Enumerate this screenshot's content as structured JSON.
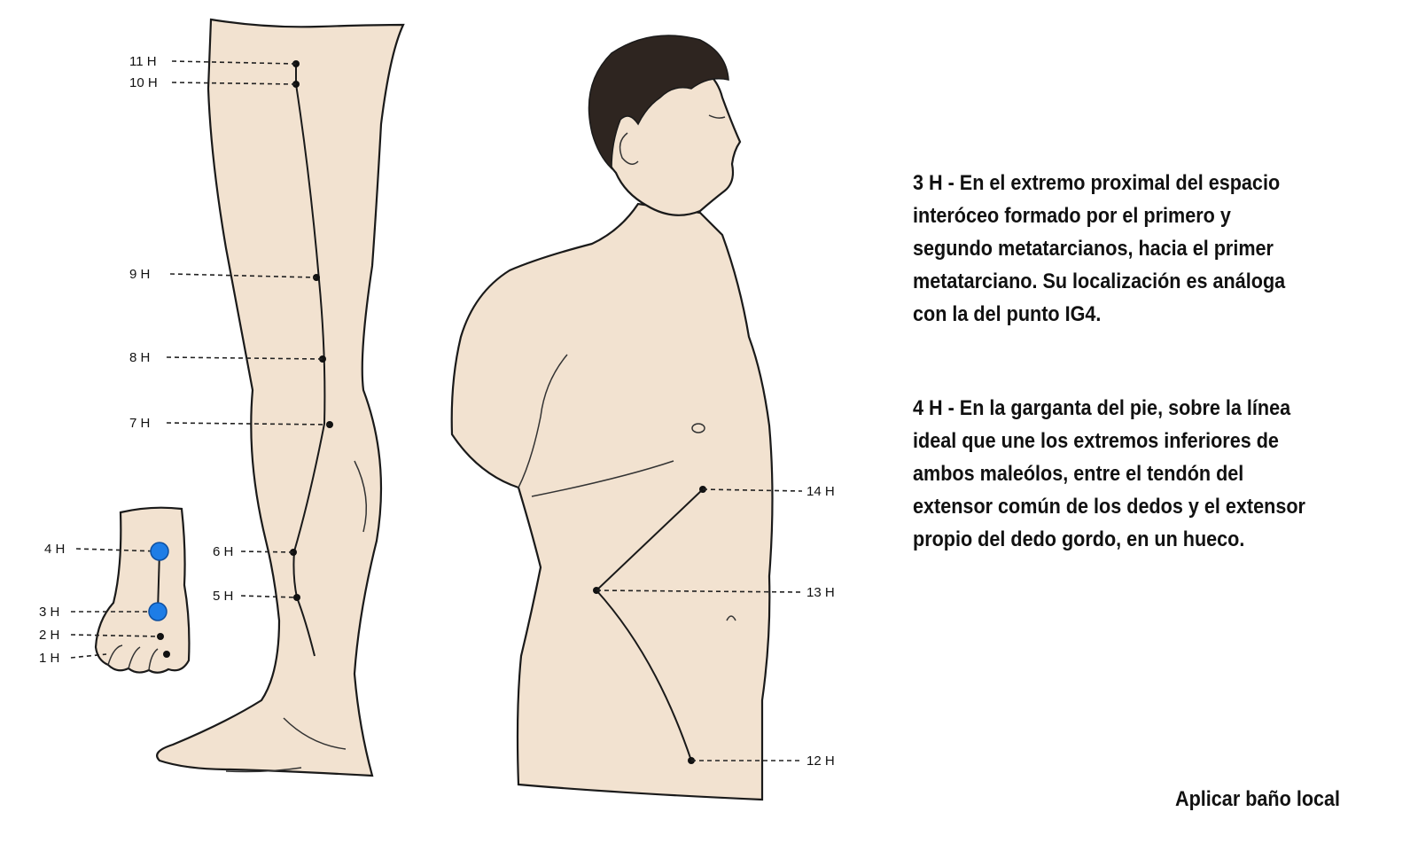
{
  "points": {
    "p1": "1 H",
    "p2": "2 H",
    "p3": "3 H",
    "p4": "4 H",
    "p5": "5 H",
    "p6": "6 H",
    "p7": "7 H",
    "p8": "8 H",
    "p9": "9 H",
    "p10": "10 H",
    "p11": "11 H",
    "p12": "12 H",
    "p13": "13 H",
    "p14": "14 H"
  },
  "descriptions": {
    "h3": "3 H - En el extremo proximal del espacio interóceo formado por el primero y segundo metatarcianos, hacia el primer metatarciano. Su localización es análoga con la del punto IG4.",
    "h4": "4 H - En la garganta del pie, sobre la línea ideal que une los extremos inferiores de ambos maleólos, entre el tendón del extensor común de los dedos y el extensor propio del dedo gordo, en un hueco."
  },
  "note": "Aplicar baño local",
  "colors": {
    "skin": "#f2e2d0",
    "highlight_point": "#1e7de6",
    "ink": "#1a1a1a"
  }
}
